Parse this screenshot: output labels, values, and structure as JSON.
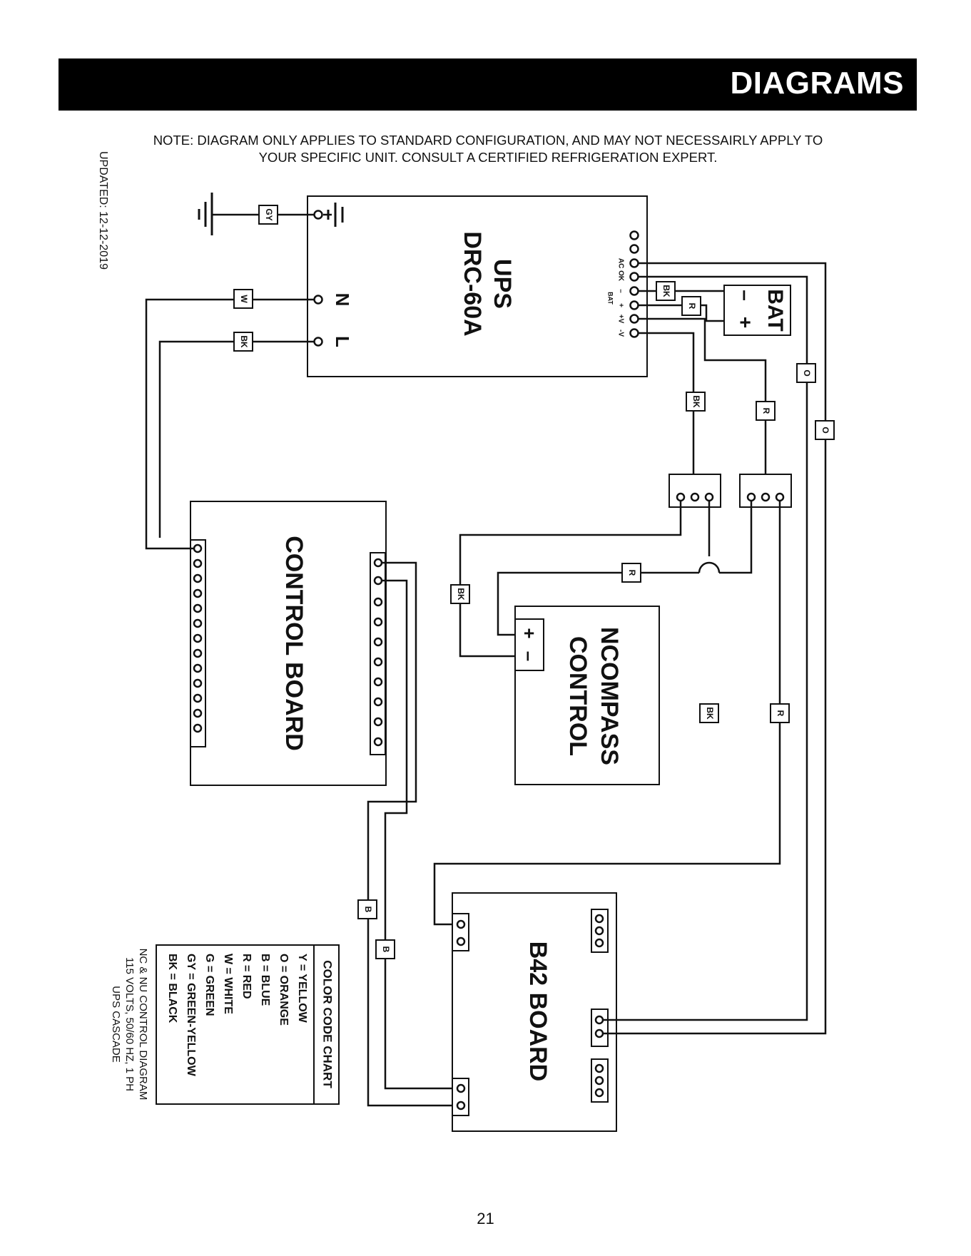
{
  "header": {
    "title": "DIAGRAMS"
  },
  "note": {
    "line1": "NOTE: DIAGRAM ONLY APPLIES TO STANDARD CONFIGURATION, AND MAY NOT NECESSAIRLY APPLY TO",
    "line2": "YOUR SPECIFIC UNIT. CONSULT A CERTIFIED REFRIGERATION EXPERT."
  },
  "updated": "UPDATED: 12-12-2019",
  "ups": {
    "title": "UPS",
    "model": "DRC-60A",
    "terminal_n": "N",
    "terminal_l": "L",
    "pin_ac_ok": "AC OK",
    "pin_minus": "–",
    "pin_plus": "+",
    "pin_plus_v": "+V",
    "pin_minus_v": "-V",
    "pin_bat": "BAT"
  },
  "battery": {
    "title": "BAT",
    "minus": "–",
    "plus": "+"
  },
  "control_board": {
    "title": "CONTROL BOARD"
  },
  "ncompass": {
    "line1": "NCOMPASS",
    "line2": "CONTROL",
    "plus": "+",
    "minus": "–"
  },
  "b42": {
    "title": "B42 BOARD"
  },
  "wire_tags": {
    "gy": "GY",
    "w": "W",
    "bk": "BK",
    "r": "R",
    "o": "O",
    "b": "B"
  },
  "color_chart": {
    "title": "COLOR CODE CHART",
    "entries": [
      "Y = YELLOW",
      "O = ORANGE",
      "B = BLUE",
      "R = RED",
      "W = WHITE",
      "G = GREEN",
      "GY = GREEN-YELLOW",
      "BK = BLACK"
    ]
  },
  "caption": {
    "line1": "NC & NU CONTROL DIAGRAM",
    "line2": "115 VOLTS, 50/60 HZ, 1 PH",
    "line3": "UPS CASCADE"
  },
  "page_number": "21",
  "colors": {
    "ink": "#111111",
    "header_bg": "#000000",
    "header_text": "#ffffff"
  }
}
